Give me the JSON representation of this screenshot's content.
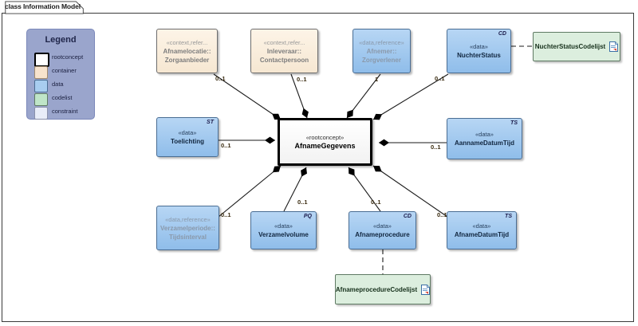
{
  "diagram": {
    "title": "class Information Model",
    "legend": {
      "title": "Legend",
      "items": [
        {
          "label": "rootconcept",
          "color": "#ffffff",
          "border": "#000000"
        },
        {
          "label": "container",
          "color": "#f7e3cd",
          "border": "#a08a6e"
        },
        {
          "label": "data",
          "color": "#a8cdf0",
          "border": "#4a6d93"
        },
        {
          "label": "codelist",
          "color": "#bfe5c8",
          "border": "#5f7a63"
        },
        {
          "label": "constraint",
          "color": "#e8ecf8",
          "border": "#8a90aa"
        }
      ]
    }
  },
  "nodes": {
    "root": {
      "stereotype": "«rootconcept»",
      "name": "AfnameGegevens",
      "kind": "rootconcept",
      "tag": ""
    },
    "afnamelocatie": {
      "stereotype": "«context,refer...",
      "name": "Afnamelocatie::",
      "name2": "Zorgaanbieder",
      "kind": "container",
      "tag": ""
    },
    "inleveraar": {
      "stereotype": "«context,refer...",
      "name": "Inleveraar::",
      "name2": "Contactpersoon",
      "kind": "container",
      "tag": ""
    },
    "afnemer": {
      "stereotype": "«data,reference»",
      "name": "Afnemer::",
      "name2": "Zorgverlener",
      "kind": "data-reference",
      "tag": ""
    },
    "nuchterstatus": {
      "stereotype": "«data»",
      "name": "NuchterStatus",
      "kind": "data",
      "tag": "CD"
    },
    "toelichting": {
      "stereotype": "«data»",
      "name": "Toelichting",
      "kind": "data",
      "tag": "ST"
    },
    "aannamedatumtijd": {
      "stereotype": "«data»",
      "name": "AannameDatumTijd",
      "kind": "data",
      "tag": "TS"
    },
    "verzamelperiode": {
      "stereotype": "«data,reference»",
      "name": "Verzamelperiode::",
      "name2": "Tijdsinterval",
      "kind": "data-reference",
      "tag": ""
    },
    "verzamelvolume": {
      "stereotype": "«data»",
      "name": "Verzamelvolume",
      "kind": "data",
      "tag": "PQ"
    },
    "afnameprocedure": {
      "stereotype": "«data»",
      "name": "Afnameprocedure",
      "kind": "data",
      "tag": "CD"
    },
    "afnamedatumtijd": {
      "stereotype": "«data»",
      "name": "AfnameDatumTijd",
      "kind": "data",
      "tag": "TS"
    },
    "nuchterstatuscodelijst": {
      "name": "NuchterStatusCodelijst",
      "kind": "codelist",
      "tag": ""
    },
    "afnameprocedurecodelijst": {
      "name": "AfnameprocedureCodelijst",
      "kind": "codelist",
      "tag": ""
    }
  },
  "multiplicities": {
    "afnamelocatie": "0..1",
    "inleveraar": "0..1",
    "afnemer": "1",
    "nuchterstatus": "0..1",
    "toelichting": "0..1",
    "aannamedatumtijd": "0..1",
    "verzamelperiode": "0..1",
    "verzamelvolume": "0..1",
    "afnameprocedure": "0..1",
    "afnamedatumtijd": "0..1"
  }
}
